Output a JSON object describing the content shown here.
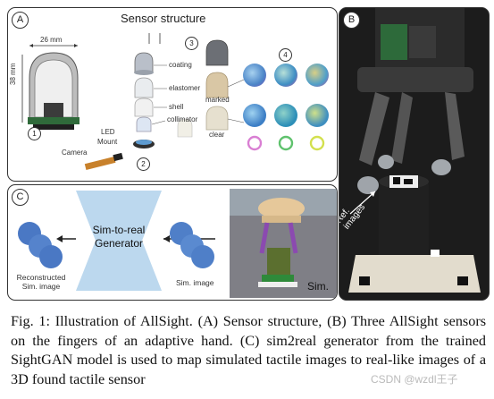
{
  "panel_a": {
    "letter": "A",
    "title": "Sensor structure",
    "dimension_width": "26 mm",
    "dimension_height": "38 mm",
    "layer_labels": [
      "coating",
      "elastomer",
      "shell",
      "collimator",
      "LED",
      "Mount",
      "Camera"
    ],
    "marked_label": "marked",
    "clear_label": "clear",
    "step_numbers": [
      "1",
      "2",
      "3",
      "4"
    ]
  },
  "panel_b": {
    "letter": "B",
    "ref_images_label": "Ref.\nimages"
  },
  "panel_c": {
    "letter": "C",
    "generator_line1": "Sim-to-real",
    "generator_line2": "Generator",
    "reconstructed_label_line1": "Reconstructed",
    "reconstructed_label_line2": "Sim. image",
    "sim_image_label": "Sim. image",
    "sim_label": "Sim."
  },
  "caption": {
    "fig_label": "Fig. 1:",
    "text": "Illustration of AllSight. (A) Sensor structure, (B) Three AllSight sensors on the fingers of an adaptive hand. (C) sim2real generator from the trained SightGAN model is used to map simulated tactile images to real-like images of a 3D found tactile sensor"
  },
  "watermark": "CSDN @wzdl王子",
  "colors": {
    "panel_border": "#333333",
    "generator_fill": "#bcd8ee",
    "tactile_blue": "#5b7fd0",
    "photo_dark": "#1e1e1e"
  }
}
